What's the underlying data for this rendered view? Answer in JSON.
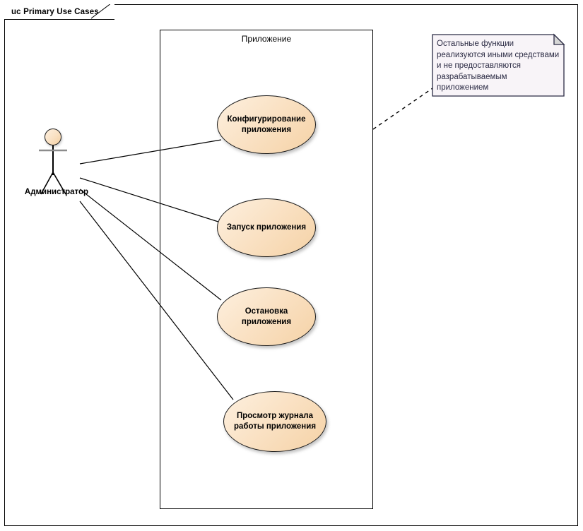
{
  "diagram": {
    "title": "uc Primary Use Cases",
    "type": "uml-use-case-diagram"
  },
  "boundary": {
    "label": "Приложение"
  },
  "actor": {
    "name": "Администратор",
    "icon": "stick-figure-actor-icon"
  },
  "use_cases": [
    {
      "id": "configure",
      "label": "Конфигурирование приложения"
    },
    {
      "id": "start",
      "label": "Запуск приложения"
    },
    {
      "id": "stop",
      "label": "Остановка приложения"
    },
    {
      "id": "view-log",
      "label": "Просмотр журнала работы приложения"
    }
  ],
  "note": {
    "text": "Остальные функции реализуются иными средствами и не предоставляются разрабатываемым приложением"
  },
  "colors": {
    "usecase_fill_light": "#fdf0df",
    "usecase_fill_dark": "#f5d2a6",
    "usecase_stroke": "#1a1a1a",
    "note_fill": "#f8f4f8",
    "note_stroke": "#2b2b44",
    "note_text": "#2b2b44",
    "frame_stroke": "#000000",
    "link_stroke": "#000000"
  }
}
